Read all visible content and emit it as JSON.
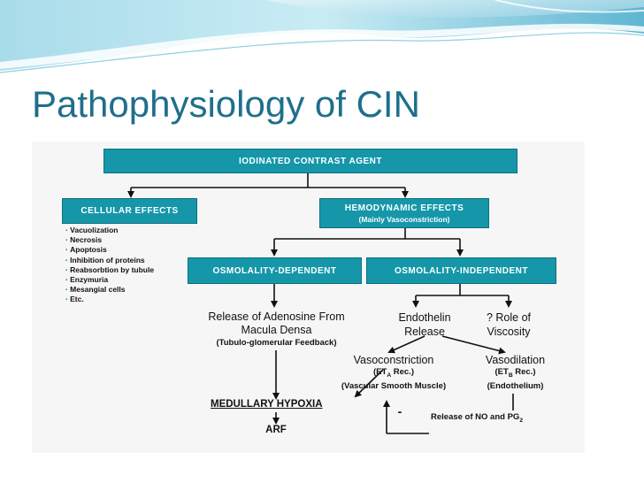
{
  "slide": {
    "title": "Pathophysiology of CIN"
  },
  "diagram": {
    "top_box": "IODINATED CONTRAST AGENT",
    "cellular": {
      "label": "CELLULAR EFFECTS",
      "items": [
        "Vacuolization",
        "Necrosis",
        "Apoptosis",
        "Inhibition of proteins",
        "Reabsorbtion by tubule",
        "Enzymuria",
        "Mesangial cells",
        "Etc."
      ]
    },
    "hemodynamic": {
      "label": "HEMODYNAMIC EFFECTS",
      "sub": "(Mainly Vasoconstriction)"
    },
    "osm_dep": "OSMOLALITY-DEPENDENT",
    "osm_indep": "OSMOLALITY-INDEPENDENT",
    "adenosine": {
      "line1": "Release of Adenosine From",
      "line2": "Macula Densa",
      "line3": "(Tubulo-glomerular Feedback)"
    },
    "medullary_hypoxia": "MEDULLARY HYPOXIA",
    "arf": "ARF",
    "endothelin": {
      "line1": "Endothelin",
      "line2": "Release"
    },
    "viscosity": {
      "line1": "? Role of",
      "line2": "Viscosity"
    },
    "vasoconstriction": {
      "label": "Vasoconstriction",
      "rec_prefix": "(ET",
      "rec_sub": "A",
      "rec_suffix": " Rec.)",
      "tissue": "(Vascular Smooth Muscle)"
    },
    "vasodilation": {
      "label": "Vasodilation",
      "rec_prefix": "(ET",
      "rec_sub": "B",
      "rec_suffix": " Rec.)",
      "tissue": "(Endothelium)"
    },
    "minus_sign": "-",
    "release_no": {
      "text": "Release of NO and PG",
      "sub": "2"
    }
  }
}
